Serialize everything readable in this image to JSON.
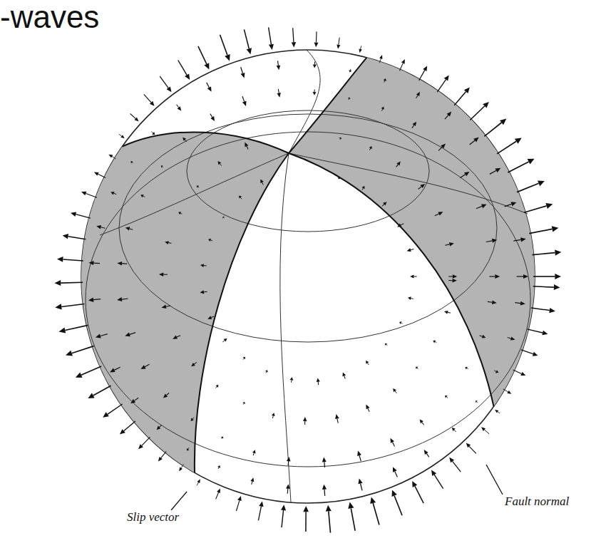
{
  "diagram": {
    "title": "-waves",
    "labels": [
      "Fault normal",
      "Slip vector"
    ]
  }
}
